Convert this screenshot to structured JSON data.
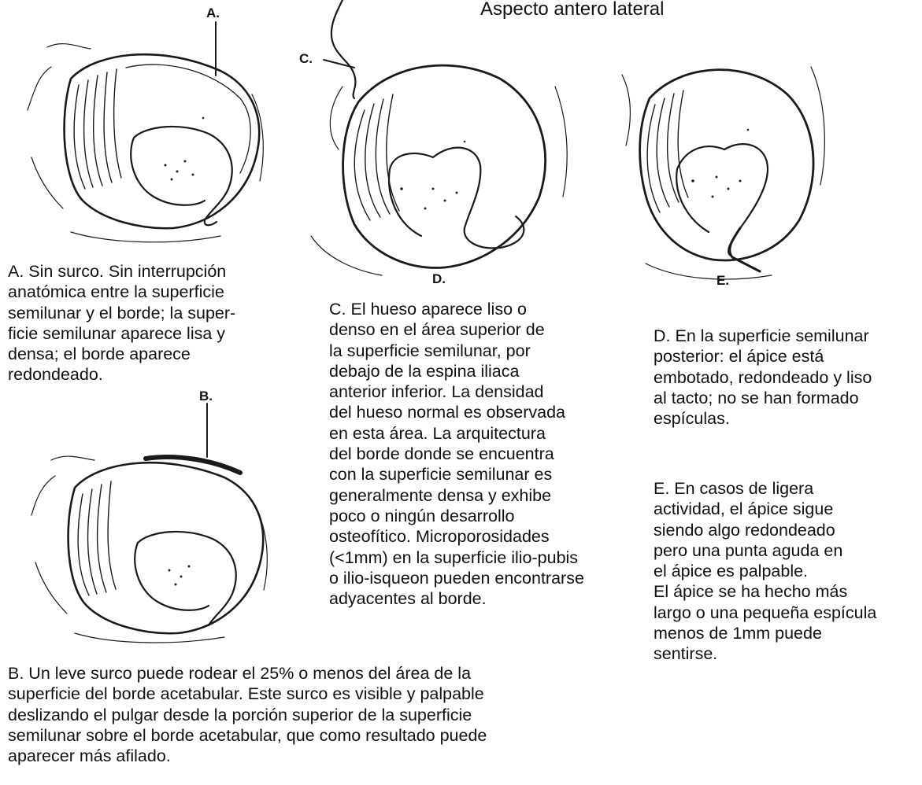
{
  "heading": "Aspecto antero lateral",
  "figures": {
    "a": {
      "label": "A."
    },
    "b": {
      "label": "B."
    },
    "c": {
      "label": "C."
    },
    "d": {
      "label": "D."
    },
    "e": {
      "label": "E."
    }
  },
  "captions": {
    "a": "A. Sin surco. Sin interrupción\nanatómica entre la superficie\nsemilunar y el borde; la super-\nficie semilunar aparece lisa y\ndensa; el borde aparece\nredondeado.",
    "b": "B. Un leve surco puede rodear el 25% o menos del área de la\nsuperficie del borde acetabular. Este surco es visible y palpable\ndeslizando el pulgar desde la porción superior de la superficie\nsemilunar sobre el borde acetabular, que como resultado puede\naparecer más afilado.",
    "c": "C. El hueso aparece liso o\ndenso en el área superior de\nla superficie semilunar, por\ndebajo de la espina iliaca\nanterior inferior. La densidad\ndel hueso normal es observada\nen esta área. La arquitectura\ndel borde donde se encuentra\ncon la superficie semilunar es\ngeneralmente densa y exhibe\npoco o ningún desarrollo\nosteofítico. Microporosidades\n(<1mm) en la superficie ilio-pubis\no ilio-isqueon pueden encontrarse\nadyacentes al borde.",
    "d": "D. En la superficie semilunar\nposterior: el ápice está\nembotado, redondeado y liso\nal tacto; no se han formado\nespículas.",
    "e": "E. En casos de ligera\nactividad, el ápice sigue\nsiendo algo redondeado\npero una punta aguda en\nel ápice es palpable.\nEl ápice se ha hecho más\nlargo o una pequeña espícula\nmenos de 1mm puede\nsentirse."
  }
}
